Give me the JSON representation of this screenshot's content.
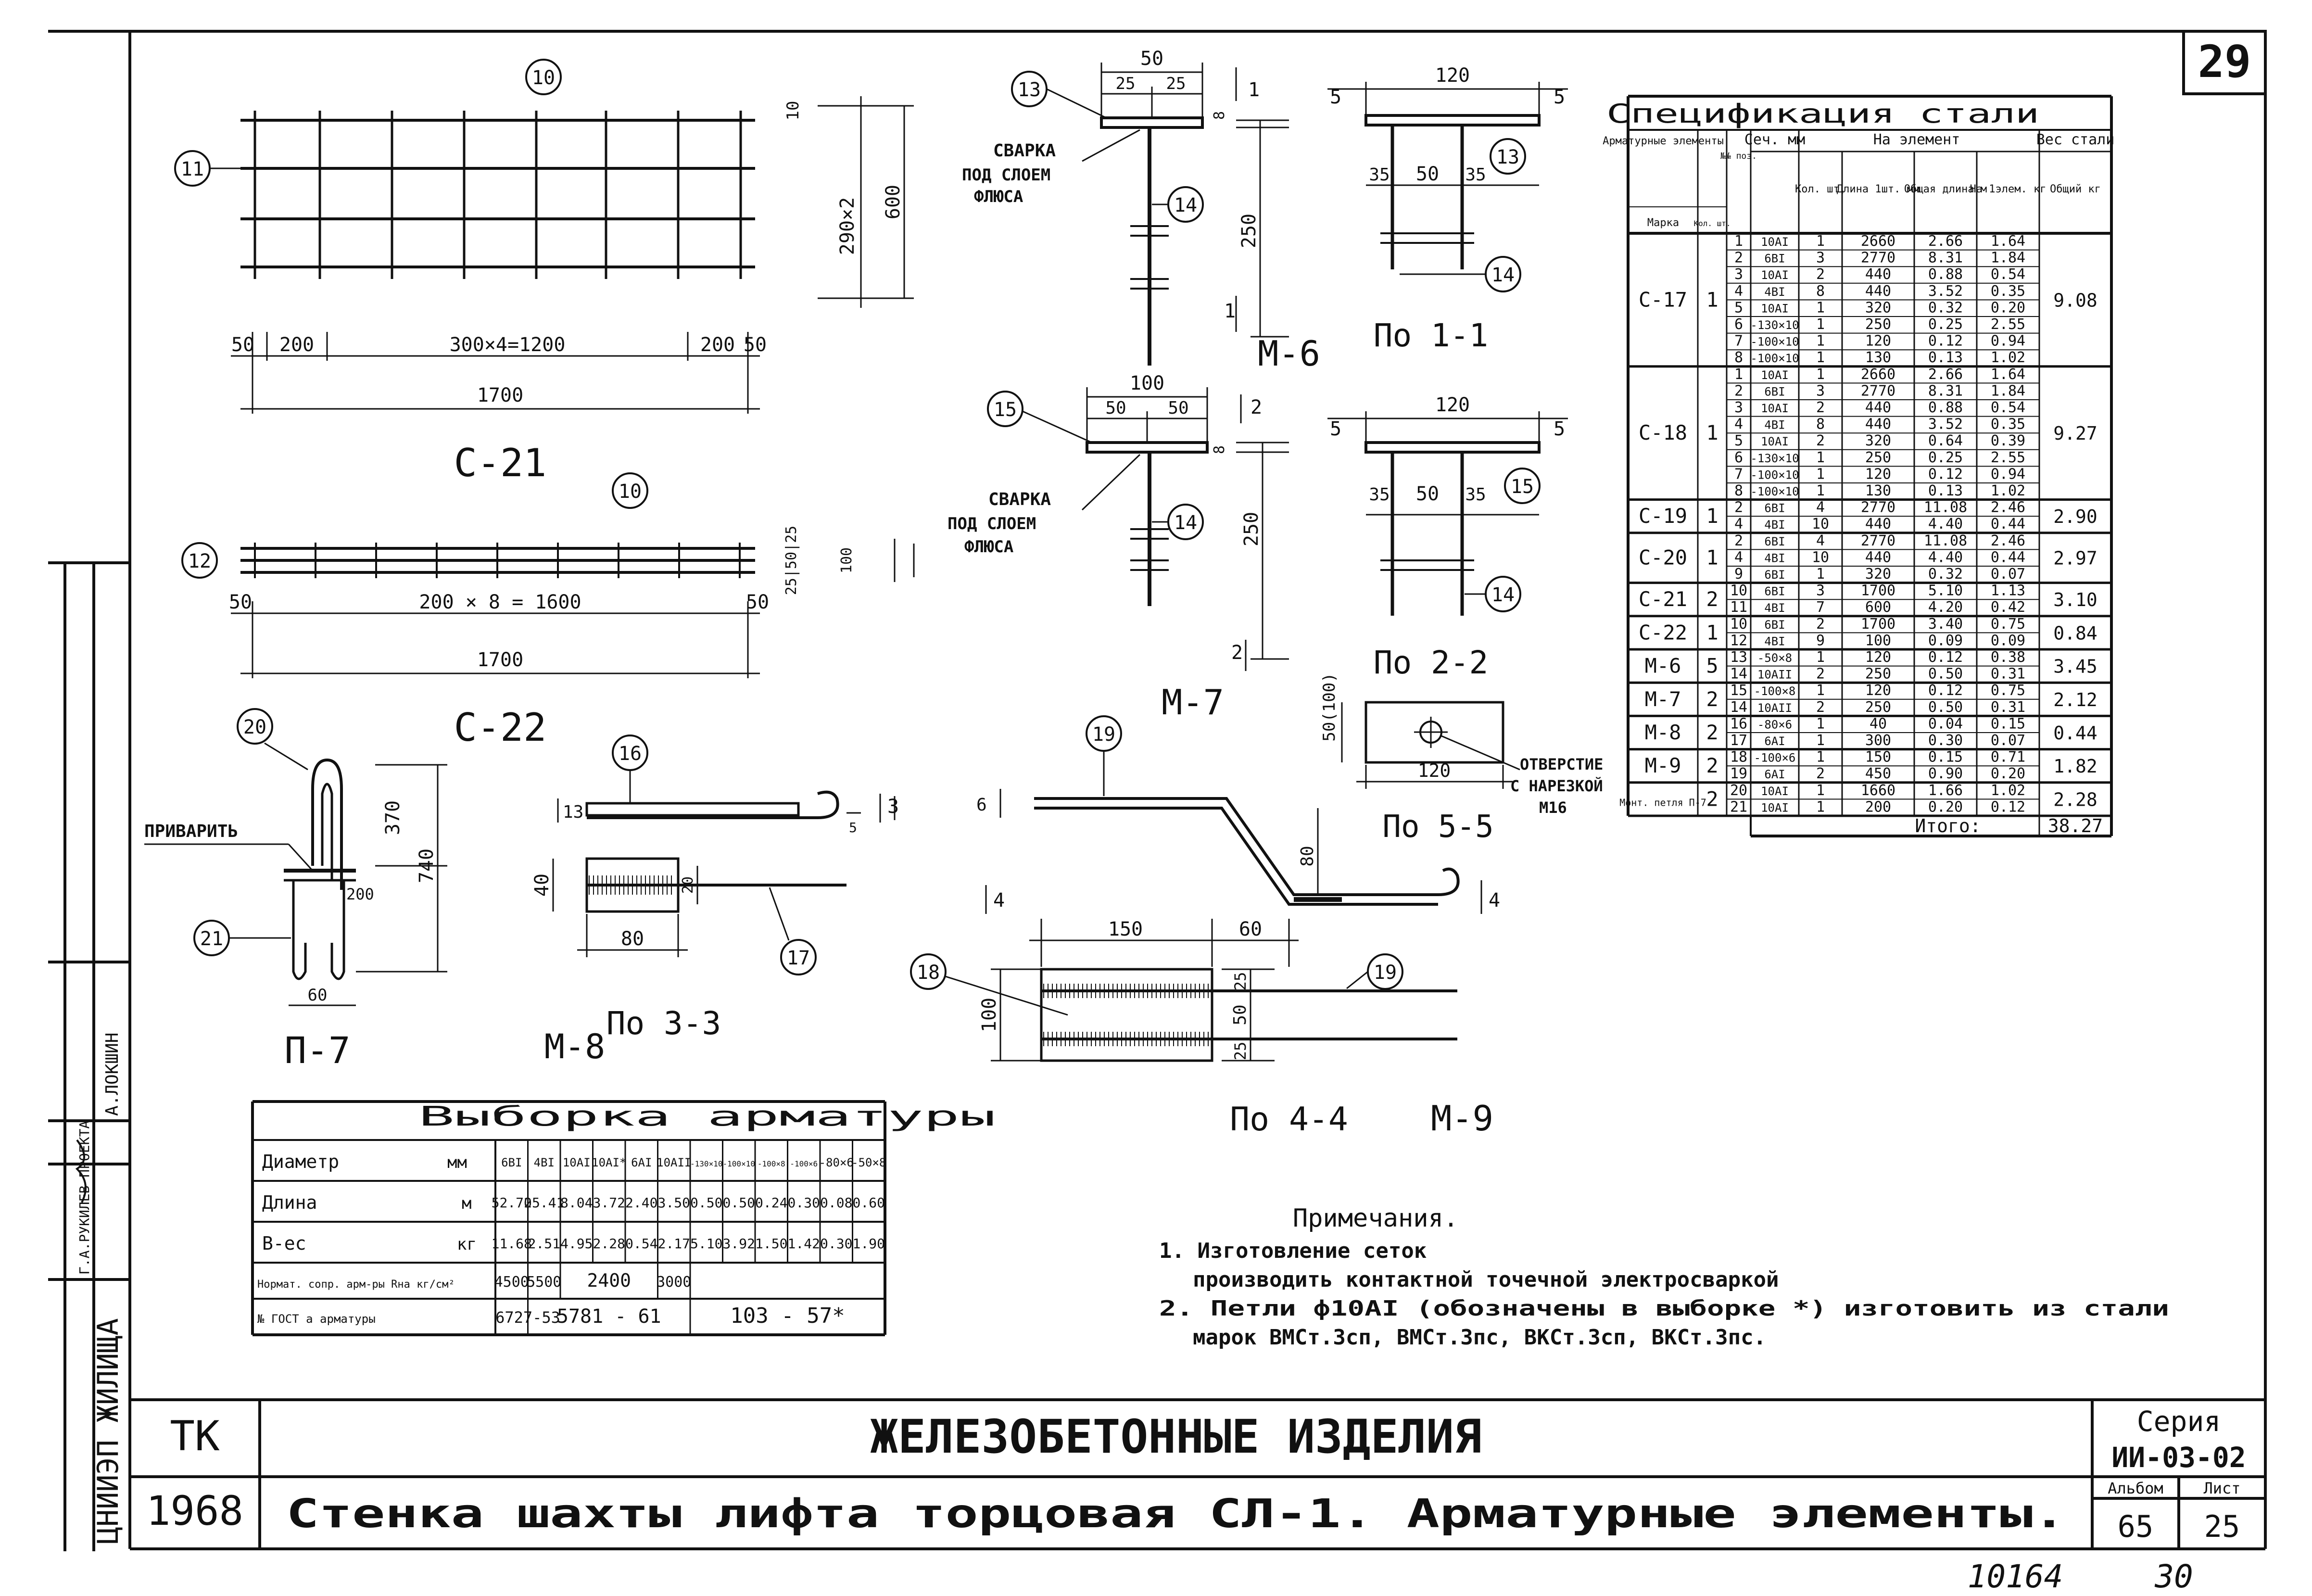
{
  "sheet": {
    "number": "29",
    "stamp_number": "10164",
    "stamp_page": "30",
    "side_caption": "ЦНИИЭП ЖИЛИЩА",
    "side_roles": "Г.А.РУКИЛЕВ ПРОЕКТА",
    "side_name": "А.ЛОКШИН"
  },
  "titleblock": {
    "org": "ТК",
    "year": "1968",
    "title": "ЖЕЛЕЗОБЕТОННЫЕ ИЗДЕЛИЯ",
    "subtitle": "Стенка шахты лифта торцовая СЛ-1. Арматурные элементы.",
    "series_label": "Серия",
    "series_value": "ИИ-03-02",
    "album_label": "Альбом",
    "album_value": "65",
    "list_label": "Лист",
    "list_value": "25"
  },
  "drawings": {
    "c21": {
      "name": "С-21",
      "dim_total": "1700",
      "dim_split_left": "50",
      "dim_left": "200",
      "dim_mid": "300×4=1200",
      "dim_right": "200",
      "dim_split_right": "50",
      "dim_height": "600",
      "dim_inner": "290×2",
      "dim_edge": "10",
      "mark_long": "10",
      "mark_short": "11"
    },
    "c22": {
      "name": "С-22",
      "dim_total": "1700",
      "dim_left": "50",
      "dim_mid": "200 × 8 = 1600",
      "dim_right": "50",
      "dim_h1": "25|50|25",
      "dim_h2": "100",
      "mark_long": "10",
      "mark_short": "12"
    },
    "p7": {
      "name": "П-7",
      "note": "ПРИВАРИТЬ",
      "dim_total": "740",
      "dim_top": "370",
      "dim_200": "200",
      "dim_60": "60",
      "mark_a": "20",
      "mark_b": "21"
    },
    "m6": {
      "name": "М-6",
      "weld": "СВАРКА",
      "weld2": "ПОД СЛОЕМ",
      "weld3": "ФЛЮСА",
      "dim_50": "50",
      "dim_25a": "25",
      "dim_25b": "25",
      "dim_8": "8",
      "dim_250": "250",
      "mark_plate": "13",
      "mark_bar": "14",
      "sec": "1"
    },
    "m7": {
      "name": "М-7",
      "weld": "СВАРКА",
      "weld2": "ПОД СЛОЕМ",
      "weld3": "ФЛЮСА",
      "dim_100": "100",
      "dim_50a": "50",
      "dim_50b": "50",
      "dim_8": "8",
      "dim_250": "250",
      "mark_plate": "15",
      "mark_bar": "14",
      "sec": "2"
    },
    "s11": {
      "name": "По 1-1",
      "dim_120": "120",
      "dim_35a": "35",
      "dim_50": "50",
      "dim_35b": "35",
      "mark_plate": "13",
      "mark_bar": "14",
      "sec": "5"
    },
    "s22": {
      "name": "По 2-2",
      "dim_120": "120",
      "dim_35a": "35",
      "dim_50": "50",
      "dim_35b": "35",
      "mark_plate": "15",
      "mark_bar": "14",
      "sec": "5"
    },
    "s55": {
      "name": "По 5-5",
      "dim_120": "120",
      "dim_h": "50(100)",
      "hole1": "ОТВЕРСТИЕ",
      "hole2": "С НАРЕЗКОЙ",
      "hole3": "М16"
    },
    "m8": {
      "name": "М-8",
      "sec_name": "По 3-3",
      "dim_80": "80",
      "dim_40": "40",
      "dim_13": "13",
      "dim_20": "20",
      "dim_5": "5",
      "mark_plate": "16",
      "mark_bar": "17",
      "sec": "3"
    },
    "m9": {
      "name": "М-9",
      "sec_name": "По 4-4",
      "dim_150": "150",
      "dim_60": "60",
      "dim_100": "100",
      "dim_25a": "25",
      "dim_50": "50",
      "dim_25b": "25",
      "dim_80": "80",
      "dim_6": "6",
      "mark_plate": "18",
      "mark_bar": "19",
      "sec": "4"
    }
  },
  "spec": {
    "title": "Спецификация стали",
    "headers": {
      "elements": "Арматурные элементы",
      "mark": "Марка",
      "qty": "Кол. шт.",
      "pos": "№№ поз.",
      "section": "Сеч. мм",
      "per_element": "На элемент",
      "count": "Кол. шт.",
      "len1": "Длина 1шт. мм",
      "total_len": "Общая длина м",
      "weight": "Вес стали",
      "w1": "На 1элем. кг",
      "wtotal": "Общий кг"
    },
    "groups": [
      {
        "mark": "С-17",
        "qty": "1",
        "total": "9.08",
        "rows": [
          {
            "pos": "1",
            "sec": "10AI",
            "cnt": "1",
            "len": "2660",
            "tl": "2.66",
            "w": "1.64"
          },
          {
            "pos": "2",
            "sec": "6BI",
            "cnt": "3",
            "len": "2770",
            "tl": "8.31",
            "w": "1.84"
          },
          {
            "pos": "3",
            "sec": "10AI",
            "cnt": "2",
            "len": "440",
            "tl": "0.88",
            "w": "0.54"
          },
          {
            "pos": "4",
            "sec": "4BI",
            "cnt": "8",
            "len": "440",
            "tl": "3.52",
            "w": "0.35"
          },
          {
            "pos": "5",
            "sec": "10AI",
            "cnt": "1",
            "len": "320",
            "tl": "0.32",
            "w": "0.20"
          },
          {
            "pos": "6",
            "sec": "-130×10",
            "cnt": "1",
            "len": "250",
            "tl": "0.25",
            "w": "2.55"
          },
          {
            "pos": "7",
            "sec": "-100×10",
            "cnt": "1",
            "len": "120",
            "tl": "0.12",
            "w": "0.94"
          },
          {
            "pos": "8",
            "sec": "-100×10",
            "cnt": "1",
            "len": "130",
            "tl": "0.13",
            "w": "1.02"
          }
        ]
      },
      {
        "mark": "С-18",
        "qty": "1",
        "total": "9.27",
        "rows": [
          {
            "pos": "1",
            "sec": "10AI",
            "cnt": "1",
            "len": "2660",
            "tl": "2.66",
            "w": "1.64"
          },
          {
            "pos": "2",
            "sec": "6BI",
            "cnt": "3",
            "len": "2770",
            "tl": "8.31",
            "w": "1.84"
          },
          {
            "pos": "3",
            "sec": "10AI",
            "cnt": "2",
            "len": "440",
            "tl": "0.88",
            "w": "0.54"
          },
          {
            "pos": "4",
            "sec": "4BI",
            "cnt": "8",
            "len": "440",
            "tl": "3.52",
            "w": "0.35"
          },
          {
            "pos": "5",
            "sec": "10AI",
            "cnt": "2",
            "len": "320",
            "tl": "0.64",
            "w": "0.39"
          },
          {
            "pos": "6",
            "sec": "-130×10",
            "cnt": "1",
            "len": "250",
            "tl": "0.25",
            "w": "2.55"
          },
          {
            "pos": "7",
            "sec": "-100×10",
            "cnt": "1",
            "len": "120",
            "tl": "0.12",
            "w": "0.94"
          },
          {
            "pos": "8",
            "sec": "-100×10",
            "cnt": "1",
            "len": "130",
            "tl": "0.13",
            "w": "1.02"
          }
        ]
      },
      {
        "mark": "С-19",
        "qty": "1",
        "total": "2.90",
        "rows": [
          {
            "pos": "2",
            "sec": "6BI",
            "cnt": "4",
            "len": "2770",
            "tl": "11.08",
            "w": "2.46"
          },
          {
            "pos": "4",
            "sec": "4BI",
            "cnt": "10",
            "len": "440",
            "tl": "4.40",
            "w": "0.44"
          }
        ]
      },
      {
        "mark": "С-20",
        "qty": "1",
        "total": "2.97",
        "rows": [
          {
            "pos": "2",
            "sec": "6BI",
            "cnt": "4",
            "len": "2770",
            "tl": "11.08",
            "w": "2.46"
          },
          {
            "pos": "4",
            "sec": "4BI",
            "cnt": "10",
            "len": "440",
            "tl": "4.40",
            "w": "0.44"
          },
          {
            "pos": "9",
            "sec": "6BI",
            "cnt": "1",
            "len": "320",
            "tl": "0.32",
            "w": "0.07"
          }
        ]
      },
      {
        "mark": "С-21",
        "qty": "2",
        "total": "3.10",
        "rows": [
          {
            "pos": "10",
            "sec": "6BI",
            "cnt": "3",
            "len": "1700",
            "tl": "5.10",
            "w": "1.13"
          },
          {
            "pos": "11",
            "sec": "4BI",
            "cnt": "7",
            "len": "600",
            "tl": "4.20",
            "w": "0.42"
          }
        ]
      },
      {
        "mark": "С-22",
        "qty": "1",
        "total": "0.84",
        "rows": [
          {
            "pos": "10",
            "sec": "6BI",
            "cnt": "2",
            "len": "1700",
            "tl": "3.40",
            "w": "0.75"
          },
          {
            "pos": "12",
            "sec": "4BI",
            "cnt": "9",
            "len": "100",
            "tl": "0.09",
            "w": "0.09"
          }
        ]
      },
      {
        "mark": "М-6",
        "qty": "5",
        "total": "3.45",
        "rows": [
          {
            "pos": "13",
            "sec": "-50×8",
            "cnt": "1",
            "len": "120",
            "tl": "0.12",
            "w": "0.38"
          },
          {
            "pos": "14",
            "sec": "10AII",
            "cnt": "2",
            "len": "250",
            "tl": "0.50",
            "w": "0.31"
          }
        ]
      },
      {
        "mark": "М-7",
        "qty": "2",
        "total": "2.12",
        "rows": [
          {
            "pos": "15",
            "sec": "-100×8",
            "cnt": "1",
            "len": "120",
            "tl": "0.12",
            "w": "0.75"
          },
          {
            "pos": "14",
            "sec": "10AII",
            "cnt": "2",
            "len": "250",
            "tl": "0.50",
            "w": "0.31"
          }
        ]
      },
      {
        "mark": "М-8",
        "qty": "2",
        "total": "0.44",
        "rows": [
          {
            "pos": "16",
            "sec": "-80×6",
            "cnt": "1",
            "len": "40",
            "tl": "0.04",
            "w": "0.15"
          },
          {
            "pos": "17",
            "sec": "6AI",
            "cnt": "1",
            "len": "300",
            "tl": "0.30",
            "w": "0.07"
          }
        ]
      },
      {
        "mark": "М-9",
        "qty": "2",
        "total": "1.82",
        "rows": [
          {
            "pos": "18",
            "sec": "-100×6",
            "cnt": "1",
            "len": "150",
            "tl": "0.15",
            "w": "0.71"
          },
          {
            "pos": "19",
            "sec": "6AI",
            "cnt": "2",
            "len": "450",
            "tl": "0.90",
            "w": "0.20"
          }
        ]
      },
      {
        "mark": "Монт. петля П-7",
        "qty": "2",
        "total": "2.28",
        "rows": [
          {
            "pos": "20",
            "sec": "10AI",
            "cnt": "1",
            "len": "1660",
            "tl": "1.66",
            "w": "1.02"
          },
          {
            "pos": "21",
            "sec": "10AI",
            "cnt": "1",
            "len": "200",
            "tl": "0.20",
            "w": "0.12"
          }
        ]
      }
    ],
    "total_label": "Итого:",
    "total_value": "38.27"
  },
  "sel": {
    "title": "Выборка арматуры",
    "diam_label": "Диаметр",
    "unit_mm": "мм",
    "diams": [
      "6BI",
      "4BI",
      "10AI",
      "10AI*",
      "6AI",
      "10AII",
      "-130×10",
      "-100×10",
      "-100×8",
      "-100×6",
      "-80×6",
      "-50×8"
    ],
    "len_label": "Длина",
    "unit_m": "м",
    "lengths": [
      "52.70",
      "25.41",
      "8.04",
      "3.72",
      "2.40",
      "3.50",
      "0.50",
      "0.50",
      "0.24",
      "0.30",
      "0.08",
      "0.60"
    ],
    "wt_label": "В-ес",
    "unit_kg": "кг",
    "weights": [
      "11.68",
      "2.51",
      "4.95",
      "2.28",
      "0.54",
      "2.17",
      "5.10",
      "3.92",
      "1.50",
      "1.42",
      "0.30",
      "1.90"
    ],
    "norm_label": "Нормат. сопр. арм-ры Rна кг/см²",
    "norms": [
      "4500",
      "5500",
      "2400",
      "3000"
    ],
    "gost_label": "№ ГОСТ а арматуры",
    "gosts": [
      "6727-53",
      "5781 - 61",
      "103 - 57*"
    ]
  },
  "notes": {
    "title": "Примечания.",
    "items": [
      "1. Изготовление сеток",
      "производить контактной точечной электросваркой",
      "2. Петли ф10AI (обозначены в выборке *) изготовить из стали",
      "марок ВМСт.3сп, ВМСт.3пс, ВКСт.3сп, ВКСт.3пс."
    ]
  }
}
